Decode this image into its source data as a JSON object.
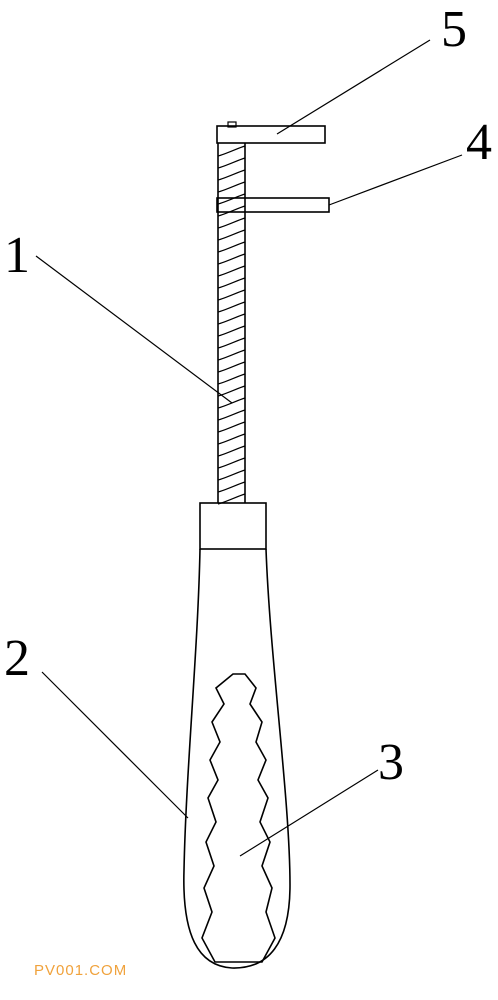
{
  "callouts": [
    {
      "id": "1",
      "label": "1"
    },
    {
      "id": "2",
      "label": "2"
    },
    {
      "id": "3",
      "label": "3"
    },
    {
      "id": "4",
      "label": "4"
    },
    {
      "id": "5",
      "label": "5"
    }
  ],
  "watermark": "PV001.COM",
  "colors": {
    "line": "#000000",
    "watermark": "#f0a23c",
    "background": "#ffffff"
  }
}
